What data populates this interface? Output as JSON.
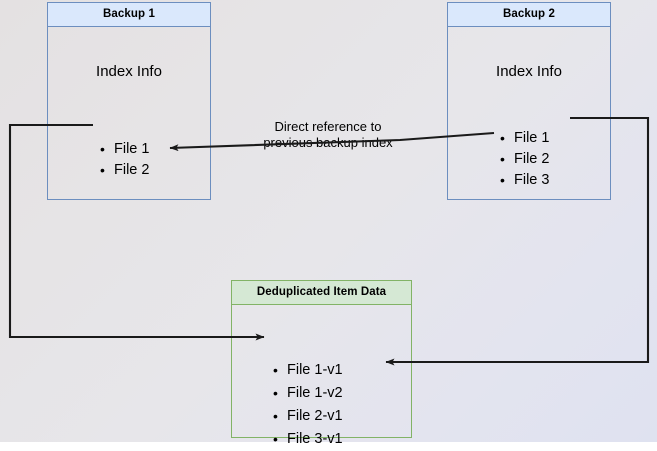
{
  "diagram": {
    "title": "Backup index deduplication reference diagram",
    "background_gradient_from": "#e4e1e2",
    "background_gradient_to": "#dfe2f0",
    "edge_color": "#1a1a1a"
  },
  "backup1": {
    "header": "Backup 1",
    "section_title": "Index Info",
    "border_color": "#6c8ebf",
    "header_fill": "#dae8fc",
    "files": [
      {
        "label": "File 1"
      },
      {
        "label": "File 2"
      }
    ]
  },
  "backup2": {
    "header": "Backup 2",
    "section_title": "Index Info",
    "border_color": "#6c8ebf",
    "header_fill": "#dae8fc",
    "files": [
      {
        "label": "File 1"
      },
      {
        "label": "File 2"
      },
      {
        "label": "File 3"
      }
    ]
  },
  "dedup": {
    "header": "Deduplicated Item Data",
    "border_color": "#82b366",
    "header_fill": "#d5e8d4",
    "items": [
      {
        "label": "File 1-v1"
      },
      {
        "label": "File 1-v2"
      },
      {
        "label": "File 2-v1"
      },
      {
        "label": "File 3-v1"
      }
    ]
  },
  "edges": {
    "caption_line1": "Direct reference to",
    "caption_line2": "previous backup index",
    "backup1_to_dedup": "Backup 1 File 1 routes left, down and right into File 1-v1",
    "backup2_to_dedup": "Backup 2 File 1 routes right, down and left into File 1-v2",
    "backup2_to_backup1": "Backup 2 index references Backup 1 File 2"
  }
}
